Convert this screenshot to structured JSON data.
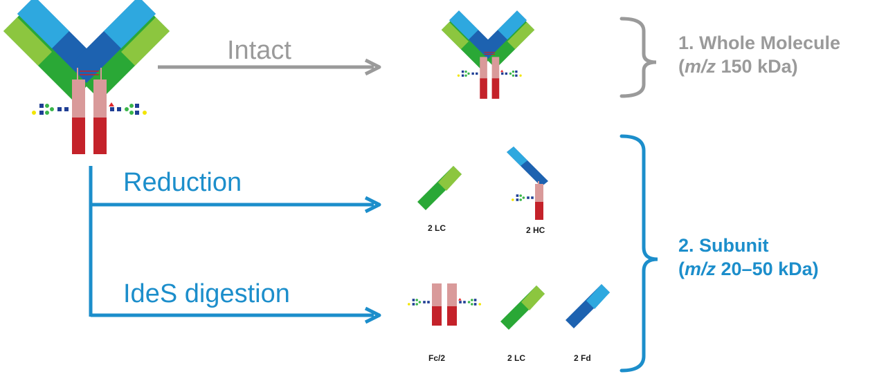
{
  "colors": {
    "gray": "#9a9a9a",
    "blue": "#1c8ecb",
    "heavy_light_pink": "#d99a9a",
    "heavy_red": "#c4222a",
    "light_green": "#8cc63f",
    "green": "#2aa836",
    "light_blue": "#2ea8df",
    "dark_blue": "#1d62b0",
    "glycan_blue": "#1f3e94",
    "glycan_green": "#3ab54a",
    "glycan_yellow": "#f2e500",
    "glycan_red": "#e0262a"
  },
  "pathways": {
    "intact": {
      "label": "Intact"
    },
    "reduction": {
      "label": "Reduction"
    },
    "ides": {
      "label": "IdeS digestion"
    }
  },
  "fragments": {
    "lc_reduction": "2 LC",
    "hc_reduction": "2 HC",
    "fc": "Fc/2",
    "lc_ides": "2 LC",
    "fd": "2 Fd"
  },
  "groups": {
    "whole": {
      "number": "1. Whole Molecule",
      "unit_italic": "m/z",
      "unit_rest": " 150 kDa)"
    },
    "subunit": {
      "number": "2. Subunit",
      "unit_italic": "m/z",
      "unit_rest": " 20–50 kDa)"
    },
    "paren_open": "("
  }
}
